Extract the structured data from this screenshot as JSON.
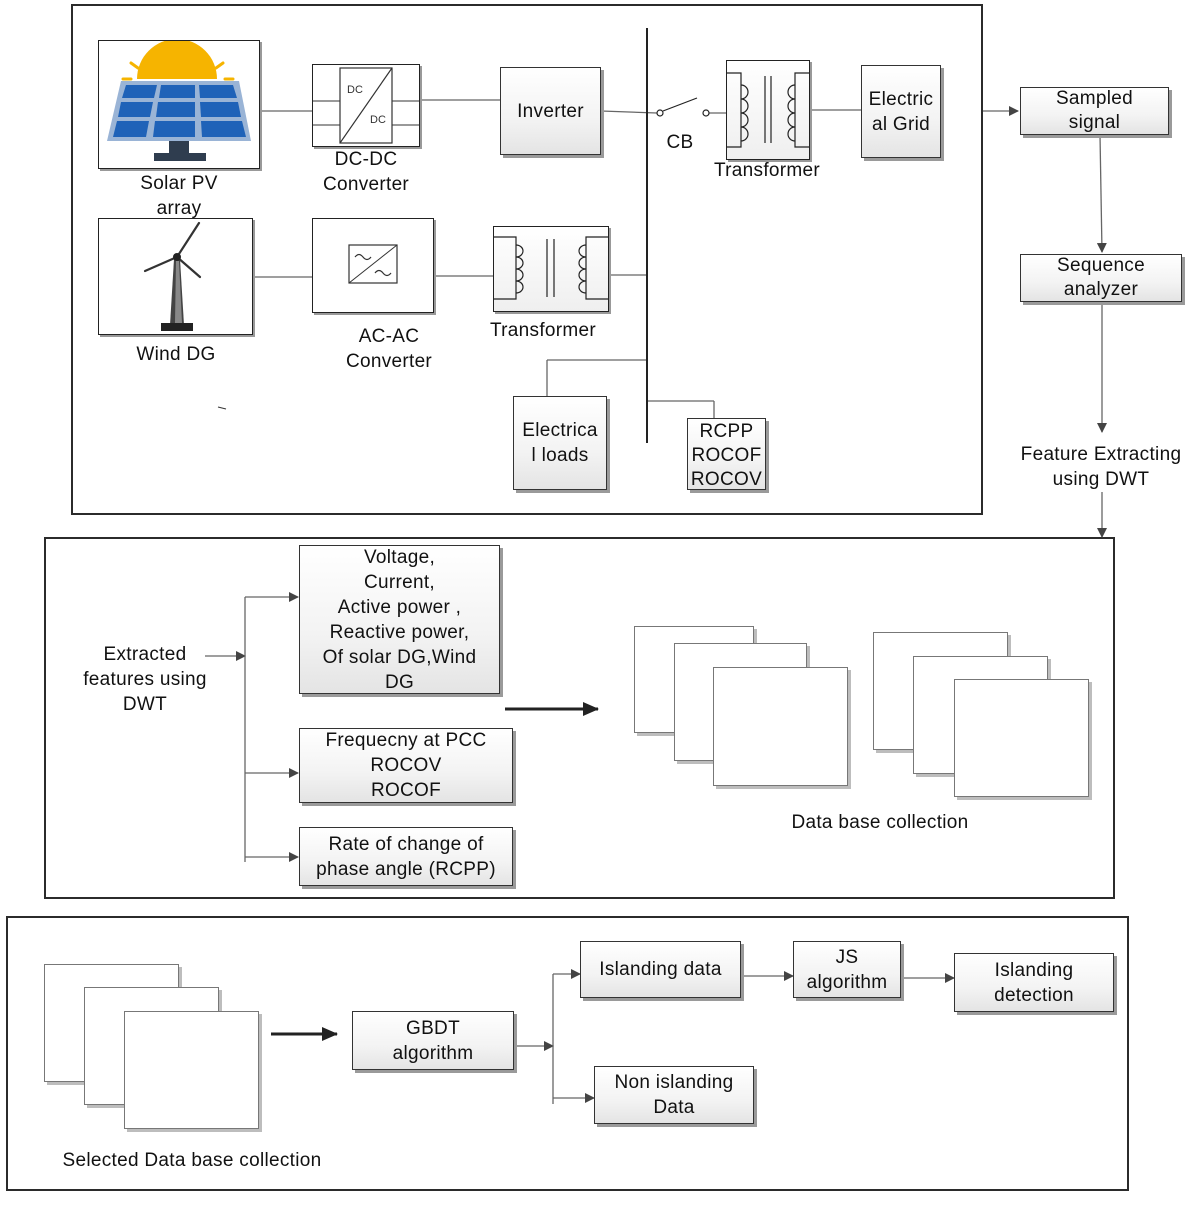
{
  "top": {
    "solar_label": "Solar PV\narray",
    "dcdc_label": "DC-DC\nConverter",
    "dc_in": "DC",
    "dc_out": "DC",
    "inverter": "Inverter",
    "cb_label": "CB",
    "transformer1_label": "Transformer",
    "grid": "Electric\nal Grid",
    "wind_label": "Wind DG",
    "acac_label": "AC-AC\nConverter",
    "transformer2_label": "Transformer",
    "loads": "Electrica\nl loads",
    "measures": "RCPP\nROCOF\nROCOV"
  },
  "side": {
    "sampled": "Sampled\nsignal",
    "sequence": "Sequence\nanalyzer",
    "feature": "Feature Extracting\nusing DWT"
  },
  "middle": {
    "extracted": "Extracted\nfeatures using\nDWT",
    "feat1": "Voltage,\nCurrent,\nActive power ,\nReactive power,\nOf solar DG,Wind\nDG",
    "feat2": "Frequecny at PCC\nROCOV\nROCOF",
    "feat3": "Rate of change of\nphase angle (RCPP)",
    "db_label": "Data base collection"
  },
  "bottom": {
    "selected_db": "Selected Data base collection",
    "gbdt": "GBDT\nalgorithm",
    "islanding_data": "Islanding data",
    "non_islanding": "Non islanding\nData",
    "js": "JS\nalgorithm",
    "detection": "Islanding\ndetection"
  }
}
